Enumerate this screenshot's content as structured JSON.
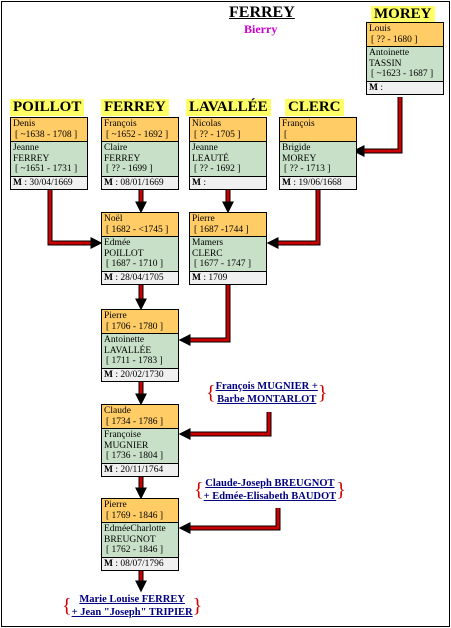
{
  "header": {
    "title": "FERREY",
    "subtitle": "Bierry"
  },
  "surnames": {
    "morey": "MOREY",
    "poillot": "POILLOT",
    "ferrey": "FERREY",
    "lavallee": "LAVALLÉE",
    "clerc": "CLERC"
  },
  "marriage_label": "M",
  "couples": {
    "morey": {
      "husband": "Louis",
      "husband_dates": "[ ?? - 1680 ]",
      "wife": "Antoinette",
      "wife_surname": "TASSIN",
      "wife_dates": "[ ~1623 - 1687 ]",
      "marriage": " : "
    },
    "poillot": {
      "husband": "Denis",
      "husband_dates": "[ ~1638 - 1708 ]",
      "wife": "Jeanne",
      "wife_surname": "FERREY",
      "wife_dates": "[ ~1651 - 1731 ]",
      "marriage": " : 30/04/1669"
    },
    "ferrey": {
      "husband": "François",
      "husband_dates": "[ ~1652 - 1692 ]",
      "wife": "Claire",
      "wife_surname": "FERREY",
      "wife_dates": "[ ?? - 1699 ]",
      "marriage": " : 08/01/1669"
    },
    "lavallee": {
      "husband": "Nicolas",
      "husband_dates": "[ ?? - 1705 ]",
      "wife": "Jeanne",
      "wife_surname": "LEAUTÉ",
      "wife_dates": "[ ?? - 1692 ]",
      "marriage": " : "
    },
    "clerc": {
      "husband": "François",
      "husband_dates": "[",
      "wife": "Brigide",
      "wife_surname": "MOREY",
      "wife_dates": "[ ?? - 1713 ]",
      "marriage": " : 19/06/1668"
    },
    "noel": {
      "husband": "Noël",
      "husband_dates": "[ 1682 - <1745 ]",
      "wife": "Edmée",
      "wife_surname": "POILLOT",
      "wife_dates": "[ 1687 - 1710 ]",
      "marriage": " : 28/04/1705"
    },
    "pierre1": {
      "husband": "Pierre",
      "husband_dates": "[ 1687 -1744 ]",
      "wife": "Mamers",
      "wife_surname": "CLERC",
      "wife_dates": "[ 1677 - 1747 ]",
      "marriage": " : 1709"
    },
    "pierre2": {
      "husband": "Pierre",
      "husband_dates": "[ 1706 - 1780 ]",
      "wife": "Antoinette",
      "wife_surname": "LAVALLÉE",
      "wife_dates": "[ 1711 - 1783 ]",
      "marriage": " : 20/02/1730"
    },
    "claude": {
      "husband": "Claude",
      "husband_dates": "[ 1734 - 1786 ]",
      "wife": "Françoise",
      "wife_surname": "MUGNIER",
      "wife_dates": "[ 1736 - 1804 ]",
      "marriage": " : 20/11/1764"
    },
    "pierre3": {
      "husband": "Pierre",
      "husband_dates": "[ 1769 - 1846 ]",
      "wife": "EdméeCharlotte",
      "wife_surname": "BREUGNOT",
      "wife_dates": "[ 1762 - 1846 ]",
      "marriage": " : 08/07/1796"
    }
  },
  "links": {
    "mugnier": {
      "line1": "François MUGNIER +",
      "line2": "Barbe MONTARLOT"
    },
    "breugnot": {
      "line1": "Claude-Joseph BREUGNOT",
      "line2": "+ Edmée-Elisabeth BAUDOT"
    },
    "ferrey": {
      "line1": "Marie Louise FERREY",
      "line2": "+ Jean \"Joseph\" TRIPIER"
    }
  },
  "colors": {
    "husband_bg": "#ffcc66",
    "wife_bg": "#c8e0c8",
    "marriage_bg": "#f0f0f0",
    "arrow": "#cc0000",
    "surname_bg": "#ffff66",
    "link": "#000080",
    "subtitle": "#cc00cc"
  }
}
